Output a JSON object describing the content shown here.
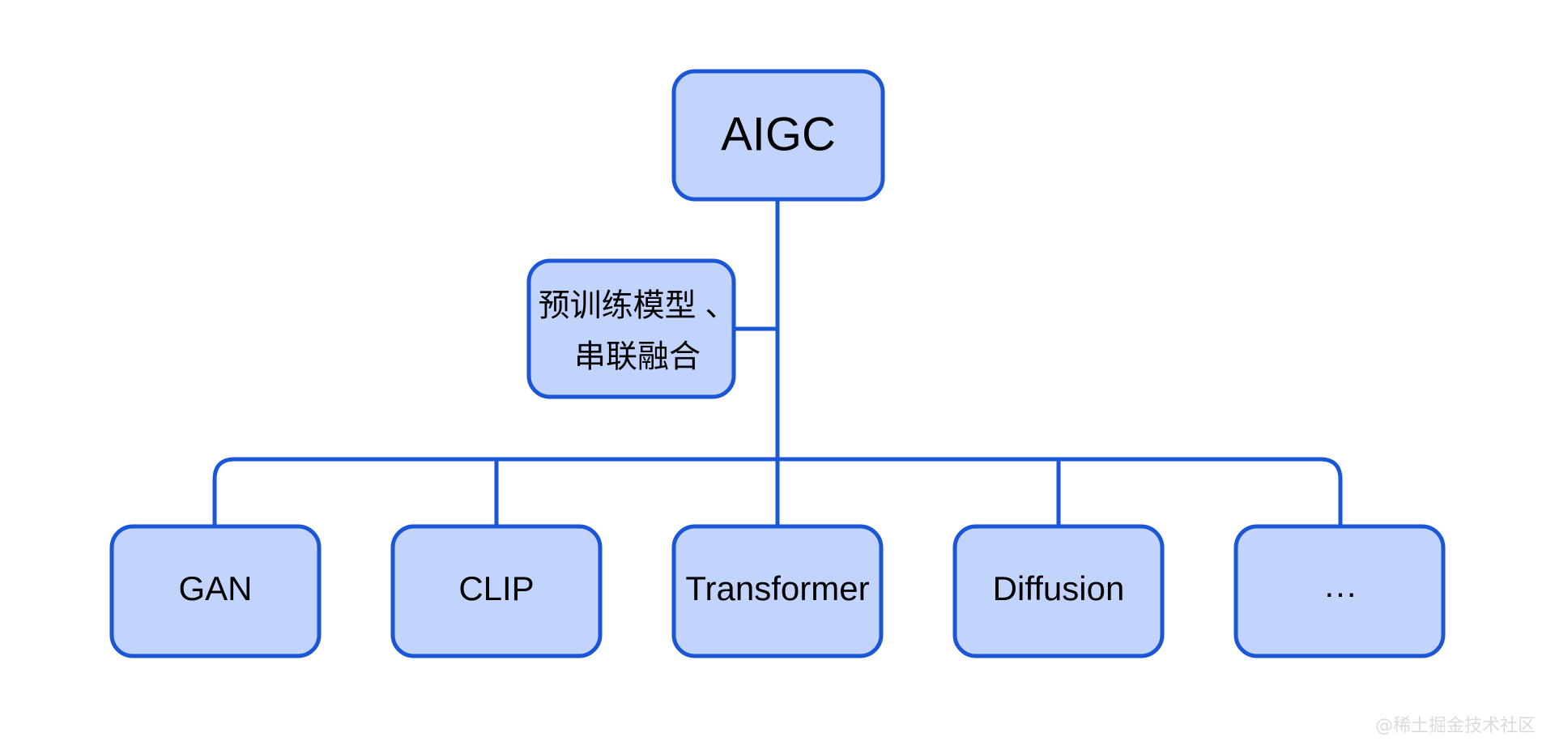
{
  "diagram": {
    "type": "tree-hierarchy",
    "background_color": "#ffffff",
    "node_fill_color": "#c3d4fc",
    "node_stroke_color": "#1a56d6",
    "connector_color": "#1a56d6",
    "text_color": "#000000",
    "root": {
      "id": "aigc",
      "label": "AIGC"
    },
    "side_note": {
      "id": "pretrain-note",
      "label_line1": "预训练模型 、",
      "label_line2": "串联融合",
      "label_full": "预训练模型、串联融合"
    },
    "children": [
      {
        "id": "gan",
        "label": "GAN"
      },
      {
        "id": "clip",
        "label": "CLIP"
      },
      {
        "id": "transformer",
        "label": "Transformer"
      },
      {
        "id": "diffusion",
        "label": "Diffusion"
      },
      {
        "id": "ellipsis",
        "label": "..."
      }
    ]
  },
  "watermark": {
    "text": "@稀土掘金技术社区",
    "color": "#d9dbe0"
  }
}
